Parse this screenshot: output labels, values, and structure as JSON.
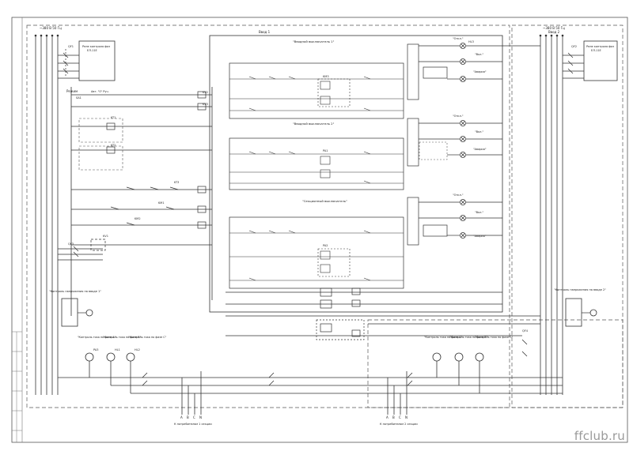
{
  "watermark": "ffclub.ru",
  "labels": {
    "left_supply": "~380 В 50 Гц",
    "right_supply": "~380 В 50 Гц",
    "left_section": "Ввод 1",
    "right_section": "Ввод 2",
    "left_relay": "Реле контроля фаз",
    "left_relay_model": "ЕЛ-11Е",
    "right_relay": "Реле контроля фаз",
    "right_relay_model": "ЕЛ-11Е",
    "mode_label": "Режим",
    "mode_auto": "Авт. \"0\" Руч.",
    "breaker_1": "\"Вводной выключатель 1\"",
    "breaker_2": "\"Вводной выключатель 2\"",
    "breaker_3": "\"Секционный выключатель\"",
    "otkl": "\"Откл.\"",
    "vkl": "\"Вкл.\"",
    "avaria": "\"Авария\"",
    "voltage_1": "\"Контроль напряжения на вводе 1\"",
    "voltage_2": "\"Контроль напряжения на вводе 2\"",
    "current_a": "\"Контроль тока по фазе А\"",
    "current_b": "\"Контроль тока по фазе В\"",
    "current_c": "\"Контроль тока по фазе С\"",
    "consumers_1": "К потребителям 1 секции",
    "consumers_2": "К потребителям 2 секции",
    "phase_a": "A",
    "phase_b": "B",
    "phase_c": "C",
    "neutral": "N"
  },
  "device_tags": [
    "QF1",
    "QF2",
    "QF3",
    "QF4",
    "SA1",
    "KV1",
    "KV2",
    "KV3",
    "KT1",
    "KT2",
    "KT3",
    "KM1",
    "KM2",
    "KM3",
    "PA1",
    "PA2",
    "PA3",
    "HL1",
    "HL2",
    "HL3"
  ]
}
